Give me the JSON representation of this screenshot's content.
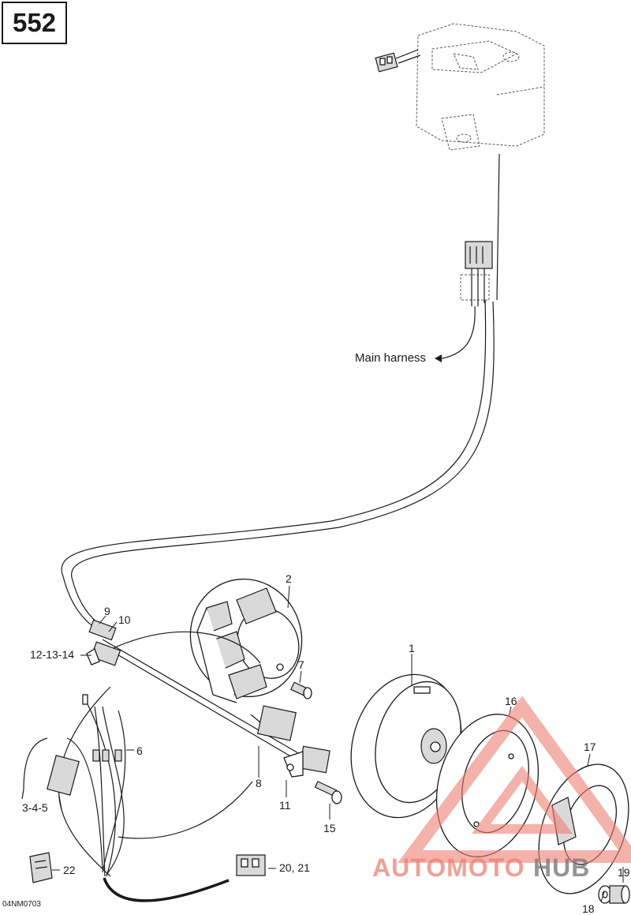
{
  "page_number": "552",
  "drawing_code": "04NM0703",
  "harness_label": "Main harness",
  "callouts": {
    "c1": "1",
    "c2": "2",
    "c6": "6",
    "c7": "7",
    "c8": "8",
    "c9": "9",
    "c10": "10",
    "c11": "11",
    "c12_14": "12-13-14",
    "c15": "15",
    "c16": "16",
    "c17": "17",
    "c18": "18",
    "c19": "19",
    "c3_5": "3-4-5",
    "c20_21": "20, 21",
    "c22": "22"
  },
  "watermark": {
    "text_a": "AUTOMOTO",
    "text_b": "HUB",
    "color": "#e8553f"
  }
}
